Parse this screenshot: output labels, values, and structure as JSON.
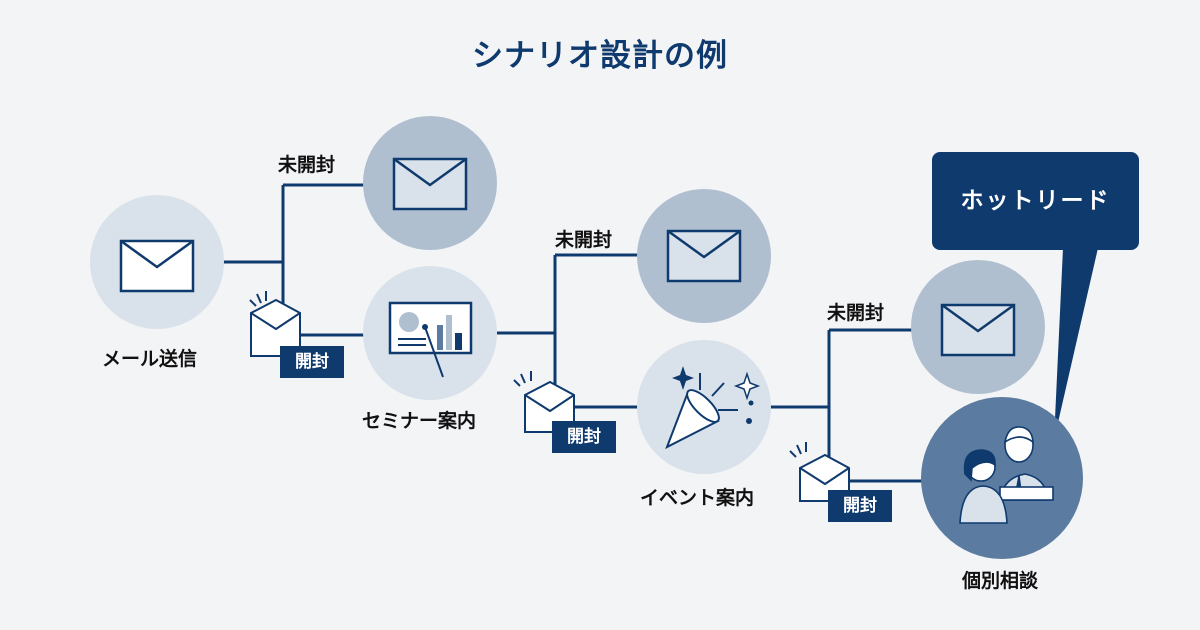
{
  "title": "シナリオ設計の例",
  "colors": {
    "navy": "#0f3a6e",
    "circle_light": "#d9e1ea",
    "circle_mid": "#afbfd0",
    "circle_dark": "#5c7ba0",
    "background": "#f3f4f6"
  },
  "nodes": {
    "mail_send": {
      "label": "メール送信",
      "icon": "envelope-icon"
    },
    "unopened_1": {
      "label": "未開封",
      "icon": "envelope-icon"
    },
    "seminar": {
      "label": "セミナー案内",
      "icon": "presentation-board-icon"
    },
    "unopened_2": {
      "label": "未開封",
      "icon": "envelope-icon"
    },
    "event": {
      "label": "イベント案内",
      "icon": "party-popper-icon"
    },
    "unopened_3": {
      "label": "未開封",
      "icon": "envelope-icon"
    },
    "consultation": {
      "label": "個別相談",
      "icon": "consultation-people-icon"
    }
  },
  "opened_badges": [
    "開封",
    "開封",
    "開封"
  ],
  "callout": {
    "text": "ホットリード"
  }
}
